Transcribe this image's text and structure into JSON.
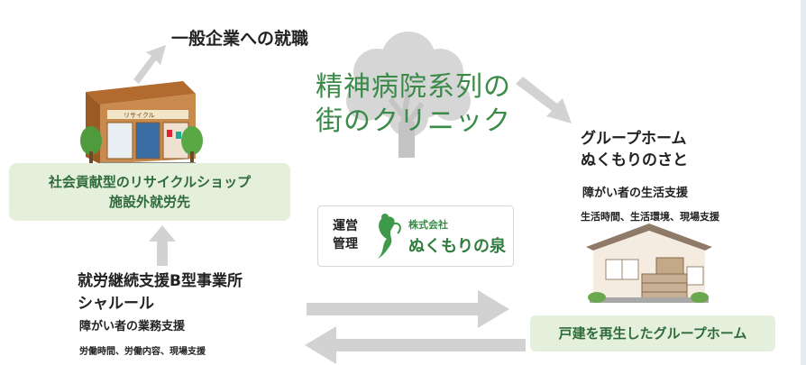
{
  "employment": {
    "label": "一般企業への就職"
  },
  "clinic": {
    "title_line1": "精神病院系列の",
    "title_line2": "街のクリニック"
  },
  "shop": {
    "line1": "社会貢献型のリサイクルショップ",
    "line2": "施設外就労先",
    "sign": "リサイクル"
  },
  "management": {
    "label_line1": "運営",
    "label_line2": "管理",
    "company_kind": "株式会社",
    "company_name": "ぬくもりの泉"
  },
  "group_home": {
    "name_line1": "グループホーム",
    "name_line2": "ぬくもりのさと",
    "support": "障がい者の生活支援",
    "detail": "生活時間、生活環境、現場支援",
    "caption": "戸建を再生したグループホーム"
  },
  "workshop": {
    "name_line1": "就労継続支援B型事業所",
    "name_line2": "シャルール",
    "support": "障がい者の業務支援",
    "detail": "労働時間、労働内容、現場支援"
  },
  "colors": {
    "accent_green": "#3a8a48",
    "box_green": "#e4efdc",
    "arrow_gray": "#d2d2d2"
  }
}
